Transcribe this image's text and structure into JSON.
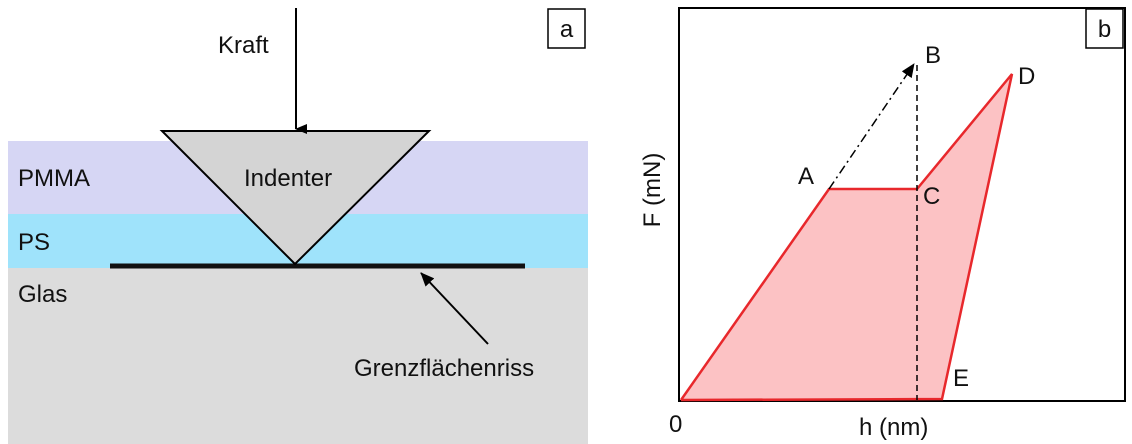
{
  "panel_a": {
    "tag": "a",
    "force_label": "Kraft",
    "indenter_label": "Indenter",
    "layers": [
      {
        "name": "PMMA",
        "color": "#d6d6f4"
      },
      {
        "name": "PS",
        "color": "#9fe3fb"
      },
      {
        "name": "Glas",
        "color": "#dcdcdc"
      }
    ],
    "crack_label": "Grenzflächenriss",
    "indenter_color": "#d4d4d4"
  },
  "panel_b": {
    "tag": "b",
    "ylabel": "F (mN)",
    "xlabel": "h (nm)",
    "origin_label": "0",
    "point_labels": {
      "A": "A",
      "B": "B",
      "C": "C",
      "D": "D",
      "E": "E"
    },
    "curve_color": "#e8282c",
    "fill_color": "#fcc2c4"
  }
}
